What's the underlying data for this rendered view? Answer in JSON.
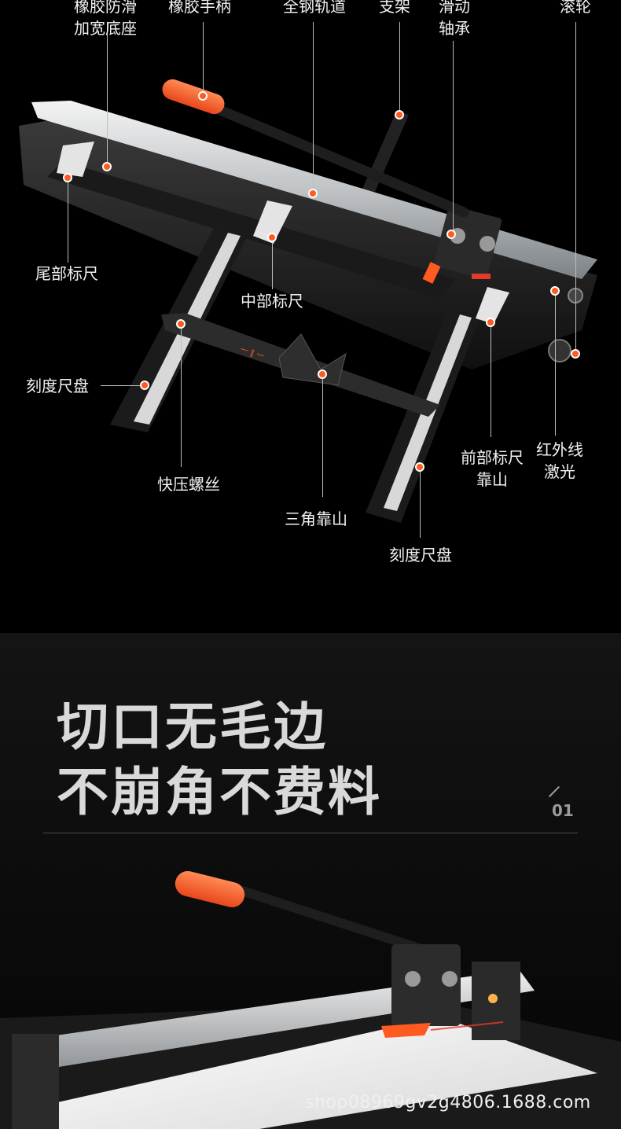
{
  "callouts": {
    "rubber_base_l1": "橡胶防滑",
    "rubber_base_l2": "加宽底座",
    "rubber_handle": "橡胶手柄",
    "steel_rail": "全钢轨道",
    "support": "支架",
    "bearing_l1": "滑动",
    "bearing_l2": "轴承",
    "roller": "滚轮",
    "tail_ruler": "尾部标尺",
    "middle_ruler": "中部标尺",
    "scale_dial_left": "刻度尺盘",
    "quick_screw": "快压螺丝",
    "triangle_stop": "三角靠山",
    "front_ruler_l1": "前部标尺",
    "front_ruler_l2": "靠山",
    "infrared_l1": "红外线",
    "infrared_l2": "激光",
    "scale_dial_right": "刻度尺盘"
  },
  "tool_marking": "一 ∥ 一",
  "headline": {
    "line1": "切口无毛边",
    "line2": "不崩角不费料",
    "section_number": "01"
  },
  "watermark": "shop08969gv2g4806.1688.com",
  "colors": {
    "accent": "#ff5a1f",
    "handle": "#ff5a2a",
    "background": "#000000",
    "text": "#f2f2f2"
  }
}
